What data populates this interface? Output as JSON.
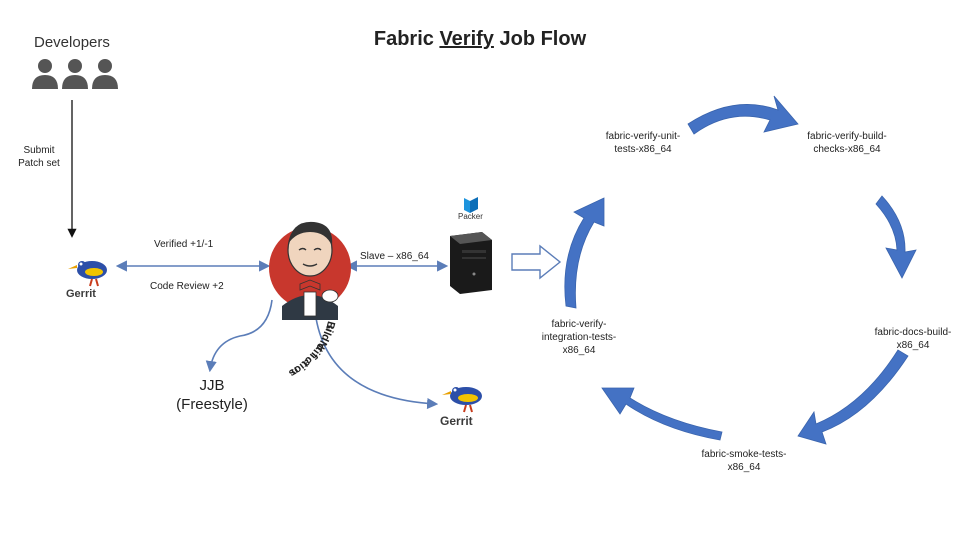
{
  "title": {
    "prefix": "Fabric ",
    "underlined": "Verify",
    "suffix": " Job Flow"
  },
  "developers_label": "Developers",
  "submit_label": [
    "Submit",
    "Patch set"
  ],
  "verified_label": "Verified +1/-1",
  "code_review_label": "Code Review +2",
  "slave_label": "Slave – x86_64",
  "jjb_label": [
    "JJB",
    "(Freestyle)"
  ],
  "build_notifications_label": "Build Notifications",
  "gerrit_logo_text": "Gerrit",
  "packer_logo_text": "Packer",
  "jobs": {
    "unit_tests": [
      "fabric-verify-unit-",
      "tests-x86_64"
    ],
    "build_checks": [
      "fabric-verify-build-",
      "checks-x86_64"
    ],
    "docs_build": [
      "fabric-docs-build-",
      "x86_64"
    ],
    "smoke_tests": [
      "fabric-smoke-tests-",
      "x86_64"
    ],
    "integration_tests": [
      "fabric-verify-",
      "integration-tests-",
      "x86_64"
    ]
  },
  "colors": {
    "cycle_arrow": "#4472C4",
    "connector": "#5B7DB8",
    "jenkins_red": "#C8372D"
  }
}
